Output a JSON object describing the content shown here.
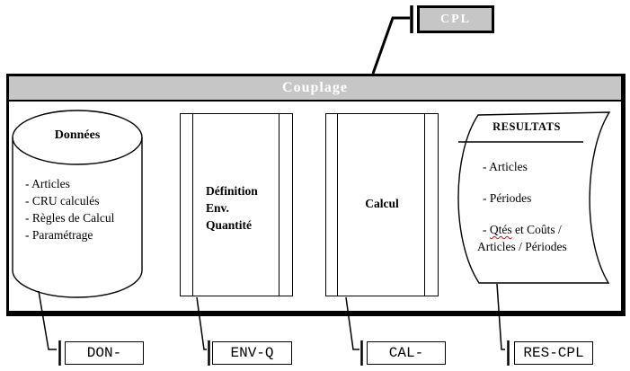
{
  "colors": {
    "shape_fill": "#c6c6c6",
    "line": "#000000",
    "bg": "#ffffff",
    "spell": "#ff0000"
  },
  "callout_top": {
    "label": "CPL"
  },
  "container": {
    "title": "Couplage"
  },
  "cylinder": {
    "title": "Données",
    "items": [
      "- Articles",
      "- CRU calculés",
      "- Règles de Calcul",
      "- Paramétrage"
    ]
  },
  "process_definition": {
    "lines": [
      "Définition",
      "Env.",
      "Quantité"
    ]
  },
  "process_calcul": {
    "label": "Calcul"
  },
  "resultats": {
    "title": "RESULTATS",
    "items": [
      "- Articles",
      "- Périodes"
    ],
    "item3": {
      "prefix": "- ",
      "marked": "Qtés",
      "rest": " et Coûts / Articles / Périodes"
    }
  },
  "footer_refs": {
    "don": "DON-",
    "env": "ENV-Q",
    "cal": "CAL-",
    "res": "RES-CPL"
  }
}
